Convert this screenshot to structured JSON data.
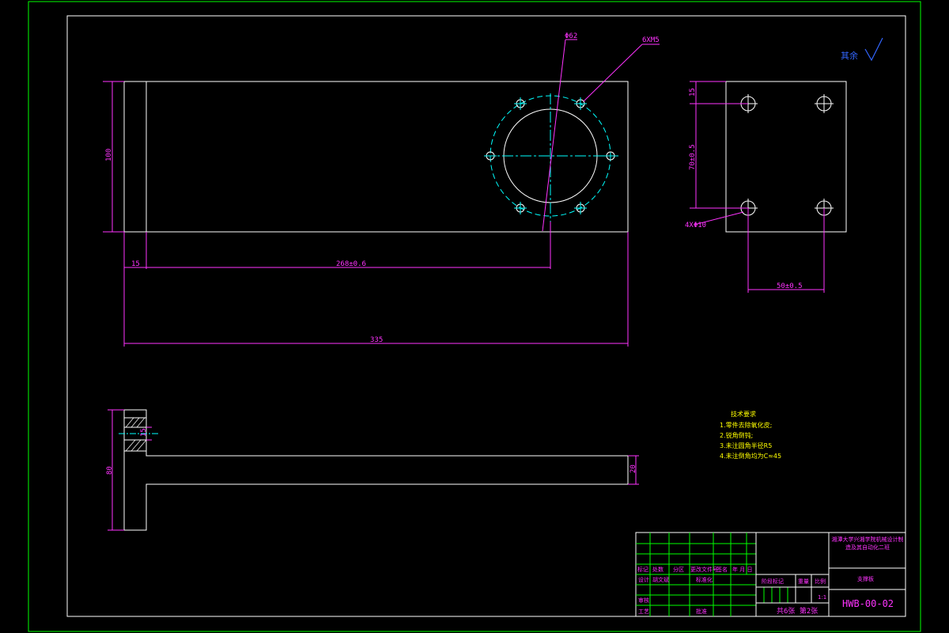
{
  "drawing": {
    "top_view": {
      "dims": {
        "width": "15",
        "offset": "268±0.6",
        "length": "335",
        "height": "100"
      },
      "callouts": {
        "bore": "Φ62",
        "holes": "6XM5"
      }
    },
    "side_view": {
      "dims": {
        "top": "15",
        "pitch_v": "70±0.5",
        "pitch_h": "50±0.5",
        "holes": "4XΦ10"
      }
    },
    "front_view": {
      "dims": {
        "height": "80",
        "web": "20",
        "small": "15"
      }
    },
    "surface_finish": {
      "label": "其余"
    },
    "tech_requirements": {
      "title": "技术要求",
      "items": [
        "1.零件去除氧化皮;",
        "2.锐角倒钝;",
        "3.未注圆角半径R5",
        "4.未注倒角均为C≈45"
      ]
    },
    "title_block": {
      "school": "湘潭大学兴湘学院机械设计制造及其自动化二班",
      "part_name": "支撑板",
      "drawing_no": "HWB-00-02",
      "sheet": "共6张 第2张",
      "scale": "1:1",
      "headers": [
        "标记",
        "处数",
        "分区",
        "更改文件号",
        "签名",
        "年 月 日"
      ],
      "roles": [
        "设计",
        "审核",
        "工艺"
      ],
      "names": [
        "胡文斌",
        "标准化",
        "批准"
      ],
      "stage_labels": [
        "阶段标记",
        "重量",
        "比例"
      ]
    }
  }
}
